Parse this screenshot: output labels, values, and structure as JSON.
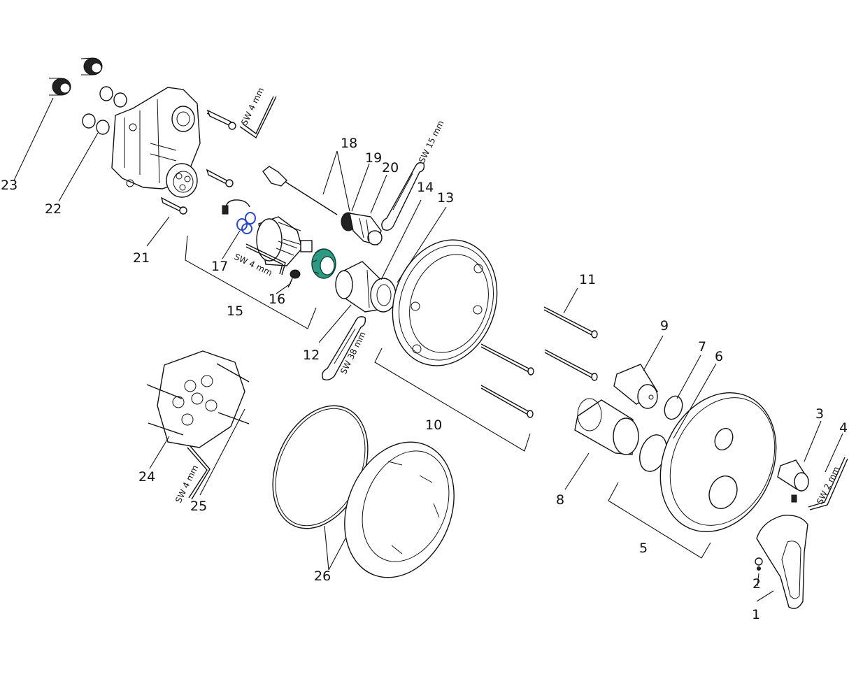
{
  "labels": {
    "p1": "1",
    "p2": "2",
    "p3": "3",
    "p4": "4",
    "p5": "5",
    "p6": "6",
    "p7": "7",
    "p8": "8",
    "p9": "9",
    "p10": "10",
    "p11": "11",
    "p12": "12",
    "p13": "13",
    "p14": "14",
    "p15": "15",
    "p16": "16",
    "p17": "17",
    "p18": "18",
    "p19": "19",
    "p20": "20",
    "p21": "21",
    "p22": "22",
    "p23": "23",
    "p24": "24",
    "p25": "25",
    "p26": "26"
  },
  "tools": {
    "sw4_top": "SW 4 mm",
    "sw15": "SW 15 mm",
    "sw4_mid": "SW 4 mm",
    "sw38": "SW 38 mm",
    "sw4_bottom": "SW 4 mm",
    "sw2": "SW 2 mm"
  }
}
